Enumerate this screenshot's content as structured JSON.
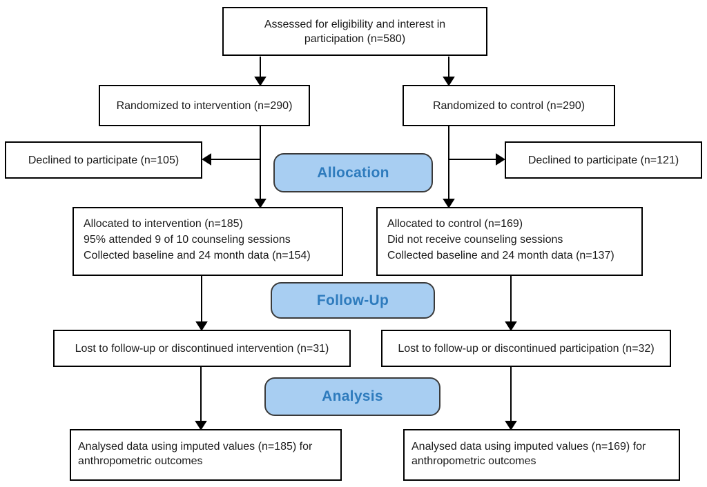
{
  "colors": {
    "stage_fill": "#A8CEF2",
    "stage_text": "#2E7BBD",
    "stage_border": "#3A3A3A",
    "box_border": "#000000",
    "box_fill": "#FFFFFF",
    "arrow": "#000000",
    "bg": "#FFFFFF"
  },
  "boxes": {
    "assessed": {
      "text": "Assessed for eligibility and interest in participation (n=580)"
    },
    "randomized_intervention": {
      "text": "Randomized to intervention (n=290)"
    },
    "randomized_control": {
      "text": "Randomized to control (n=290)"
    },
    "declined_intervention": {
      "text": "Declined to participate (n=105)"
    },
    "declined_control": {
      "text": "Declined to participate (n=121)"
    },
    "allocated_intervention": {
      "lines": [
        "Allocated to intervention (n=185)",
        "95% attended 9 of 10 counseling sessions",
        "Collected baseline and 24 month data (n=154)"
      ]
    },
    "allocated_control": {
      "lines": [
        "Allocated to control (n=169)",
        "Did not receive counseling sessions",
        "Collected baseline and 24 month data (n=137)"
      ]
    },
    "lost_intervention": {
      "text": "Lost to follow-up or discontinued intervention (n=31)"
    },
    "lost_control": {
      "text": "Lost to follow-up or discontinued participation (n=32)"
    },
    "analysed_intervention": {
      "text": "Analysed data using imputed values (n=185) for anthropometric outcomes"
    },
    "analysed_control": {
      "text": "Analysed data using imputed values (n=169) for anthropometric outcomes"
    }
  },
  "stages": {
    "allocation": "Allocation",
    "follow_up": "Follow-Up",
    "analysis": "Analysis"
  }
}
